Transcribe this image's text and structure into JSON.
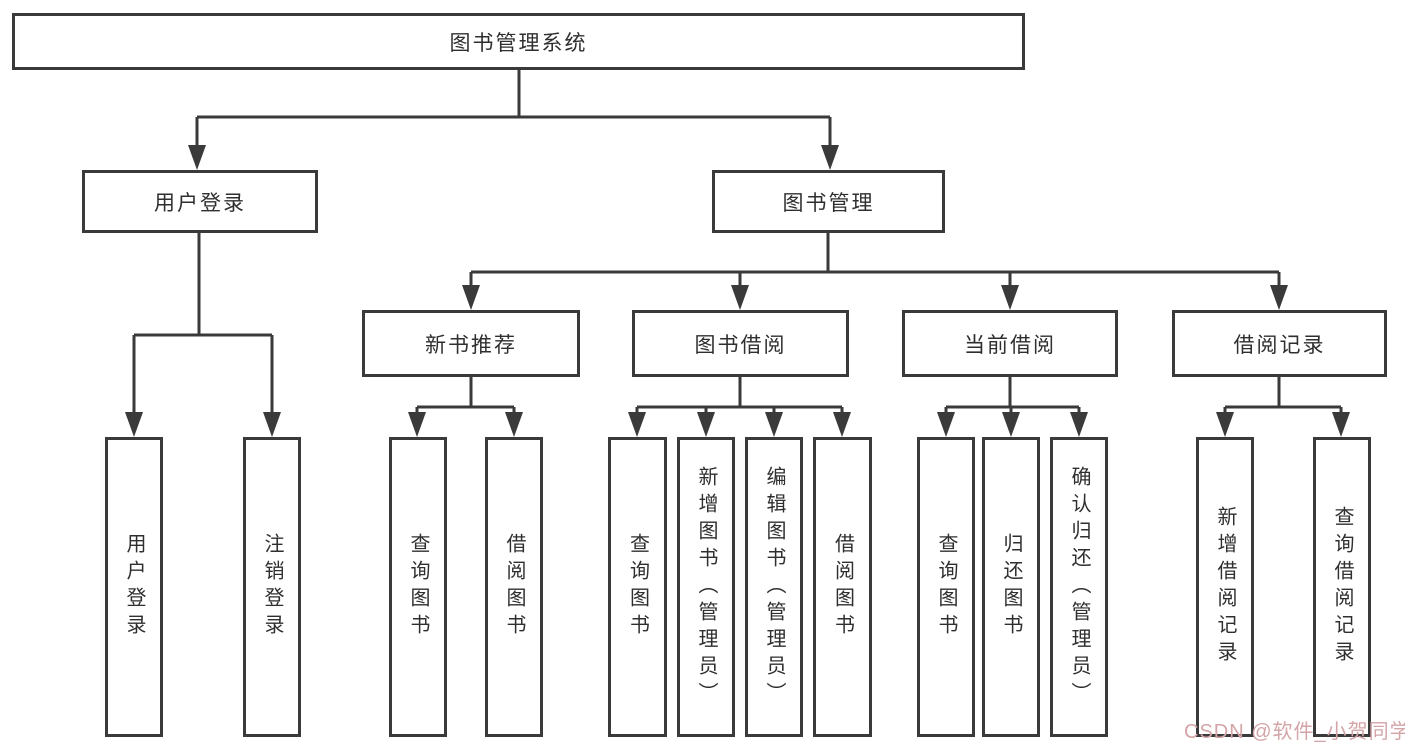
{
  "diagram": {
    "nodes": {
      "root": {
        "label": "图书管理系统"
      },
      "user_login": {
        "label": "用户登录"
      },
      "book_mgmt": {
        "label": "图书管理"
      },
      "new_book_rec": {
        "label": "新书推荐"
      },
      "book_borrow": {
        "label": "图书借阅"
      },
      "current_borrow": {
        "label": "当前借阅"
      },
      "borrow_records": {
        "label": "借阅记录"
      },
      "login": {
        "label": "用户登录"
      },
      "logout": {
        "label": "注销登录"
      },
      "rec_query": {
        "label": "查询图书"
      },
      "rec_borrow": {
        "label": "借阅图书"
      },
      "bb_query": {
        "label": "查询图书"
      },
      "bb_add": {
        "label": "新增图书（管理员）"
      },
      "bb_edit": {
        "label": "编辑图书（管理员）"
      },
      "bb_borrow": {
        "label": "借阅图书"
      },
      "cb_query": {
        "label": "查询图书"
      },
      "cb_return": {
        "label": "归还图书"
      },
      "cb_confirm": {
        "label": "确认归还（管理员）"
      },
      "br_add": {
        "label": "新增借阅记录"
      },
      "br_query": {
        "label": "查询借阅记录"
      }
    },
    "hierarchy": {
      "图书管理系统": [
        "用户登录",
        "图书管理"
      ],
      "用户登录": [
        "用户登录",
        "注销登录"
      ],
      "图书管理": [
        "新书推荐",
        "图书借阅",
        "当前借阅",
        "借阅记录"
      ],
      "新书推荐": [
        "查询图书",
        "借阅图书"
      ],
      "图书借阅": [
        "查询图书",
        "新增图书（管理员）",
        "编辑图书（管理员）",
        "借阅图书"
      ],
      "当前借阅": [
        "查询图书",
        "归还图书",
        "确认归还（管理员）"
      ],
      "借阅记录": [
        "新增借阅记录",
        "查询借阅记录"
      ]
    },
    "colors": {
      "line": "#3a3a3a",
      "box_background": "#ffffff",
      "text": "#2f2f2f",
      "watermark": "#d3a4a8"
    }
  },
  "watermark": {
    "text": "CSDN @软件_小贺同学"
  }
}
